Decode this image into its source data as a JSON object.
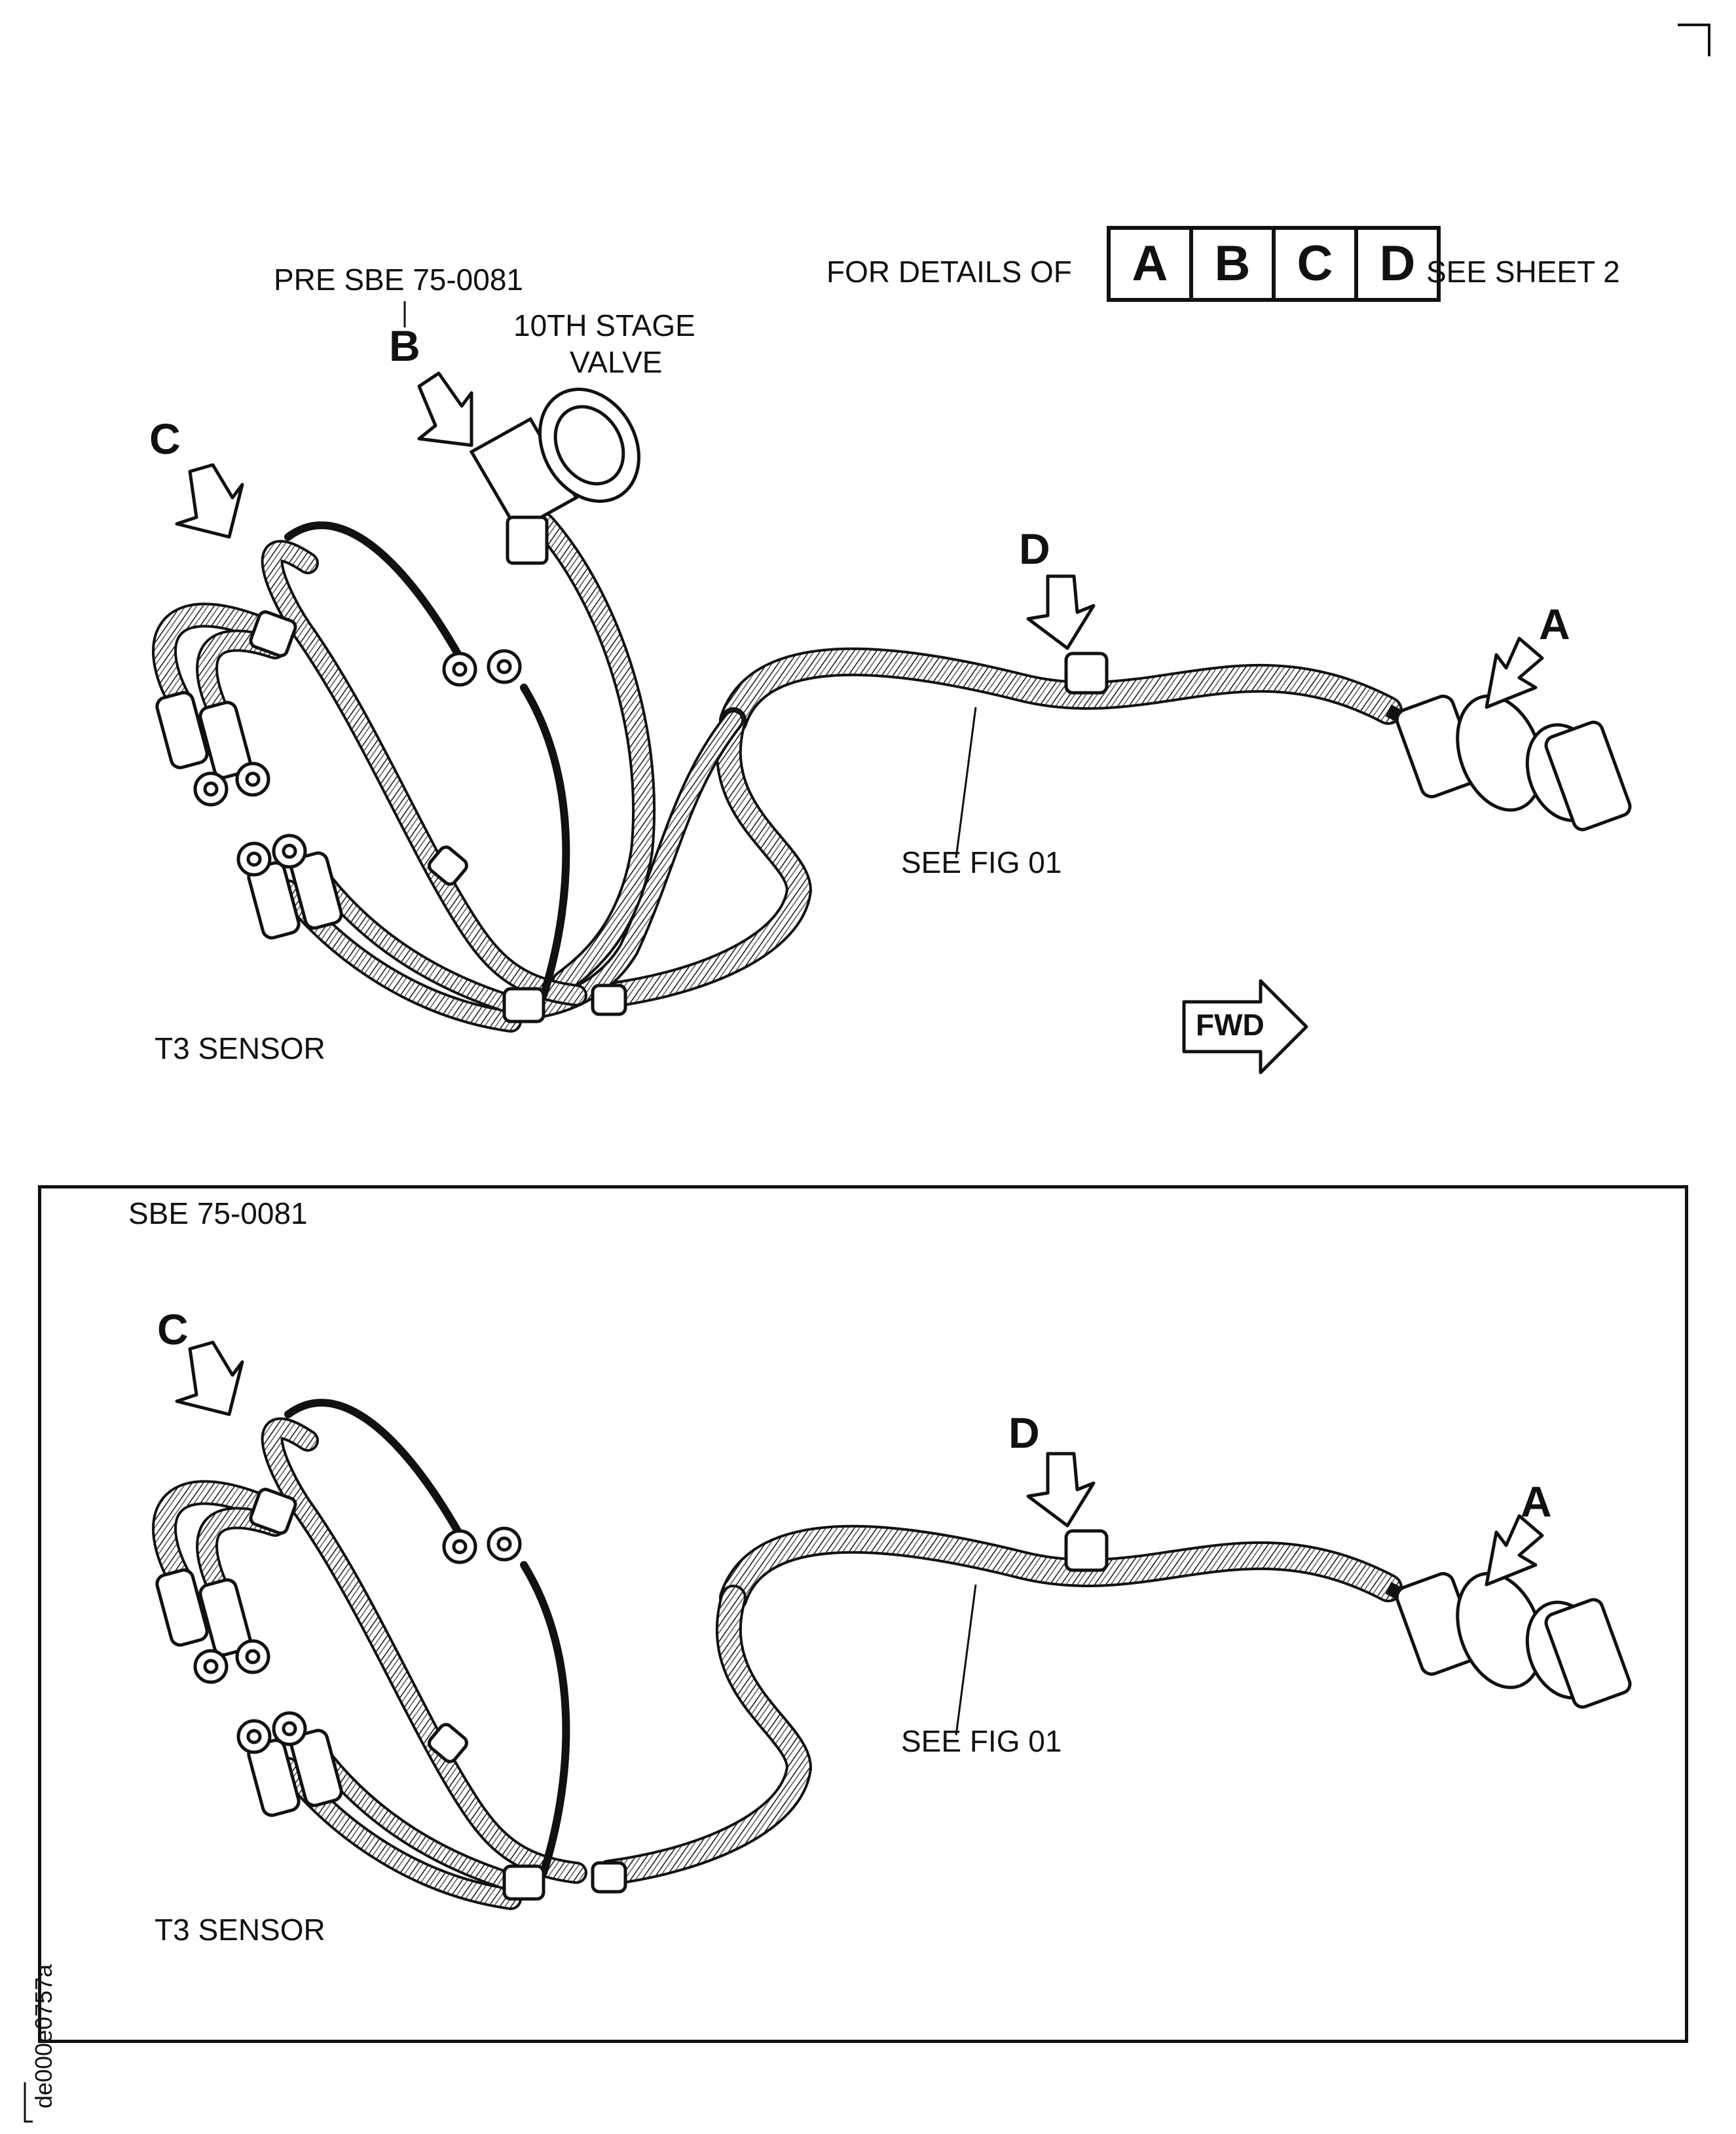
{
  "header": {
    "details_prefix": "FOR DETAILS OF",
    "detail_letters": [
      "A",
      "B",
      "C",
      "D"
    ],
    "details_suffix": "SEE SHEET 2"
  },
  "top_view": {
    "effectivity": "PRE SBE 75-0081",
    "valve_label_line1": "10TH  STAGE",
    "valve_label_line2": "VALVE",
    "callout_a": "A",
    "callout_b": "B",
    "callout_c": "C",
    "callout_d": "D",
    "see_fig": "SEE  FIG  01",
    "sensor_label": "T3 SENSOR",
    "fwd_label": "FWD"
  },
  "bottom_view": {
    "effectivity": "SBE 75-0081",
    "callout_a": "A",
    "callout_c": "C",
    "callout_d": "D",
    "see_fig": "SEE  FIG  01",
    "sensor_label": "T3 SENSOR"
  },
  "figure_id": "de000e0757a"
}
